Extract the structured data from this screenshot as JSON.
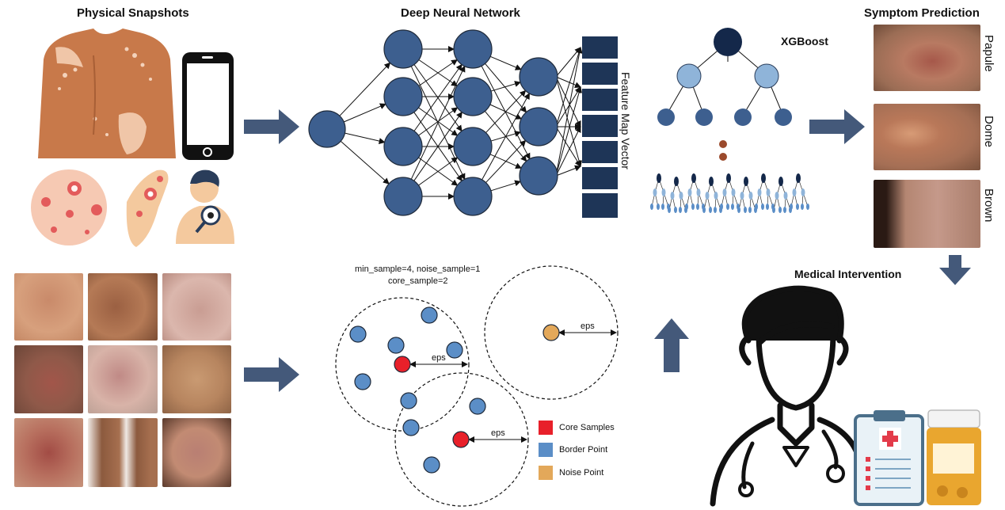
{
  "sections": {
    "physical_snapshots": "Physical Snapshots",
    "deep_neural_network": "Deep Neural Network",
    "symptom_prediction": "Symptom Prediction",
    "xgboost": "XGBoost",
    "medical_intervention": "Medical Intervention",
    "feature_map_vector": "Feature Map Vector"
  },
  "predictions": [
    "Papule",
    "Dome",
    "Brown"
  ],
  "clustering": {
    "params_line1": "min_sample=4, noise_sample=1",
    "params_line2": "core_sample=2",
    "eps_label": "eps"
  },
  "legend": [
    {
      "label": "Core Samples",
      "color": "#e8202a"
    },
    {
      "label": "Border Point",
      "color": "#5b8ec7"
    },
    {
      "label": "Noise Point",
      "color": "#e3a85a"
    }
  ],
  "colors": {
    "arrow": "#44597a",
    "node": "#3d5f8f",
    "feature_block": "#1e3557",
    "tree_root": "#14284a",
    "tree_mid": "#8fb4d9",
    "skin": "#c8794a"
  }
}
